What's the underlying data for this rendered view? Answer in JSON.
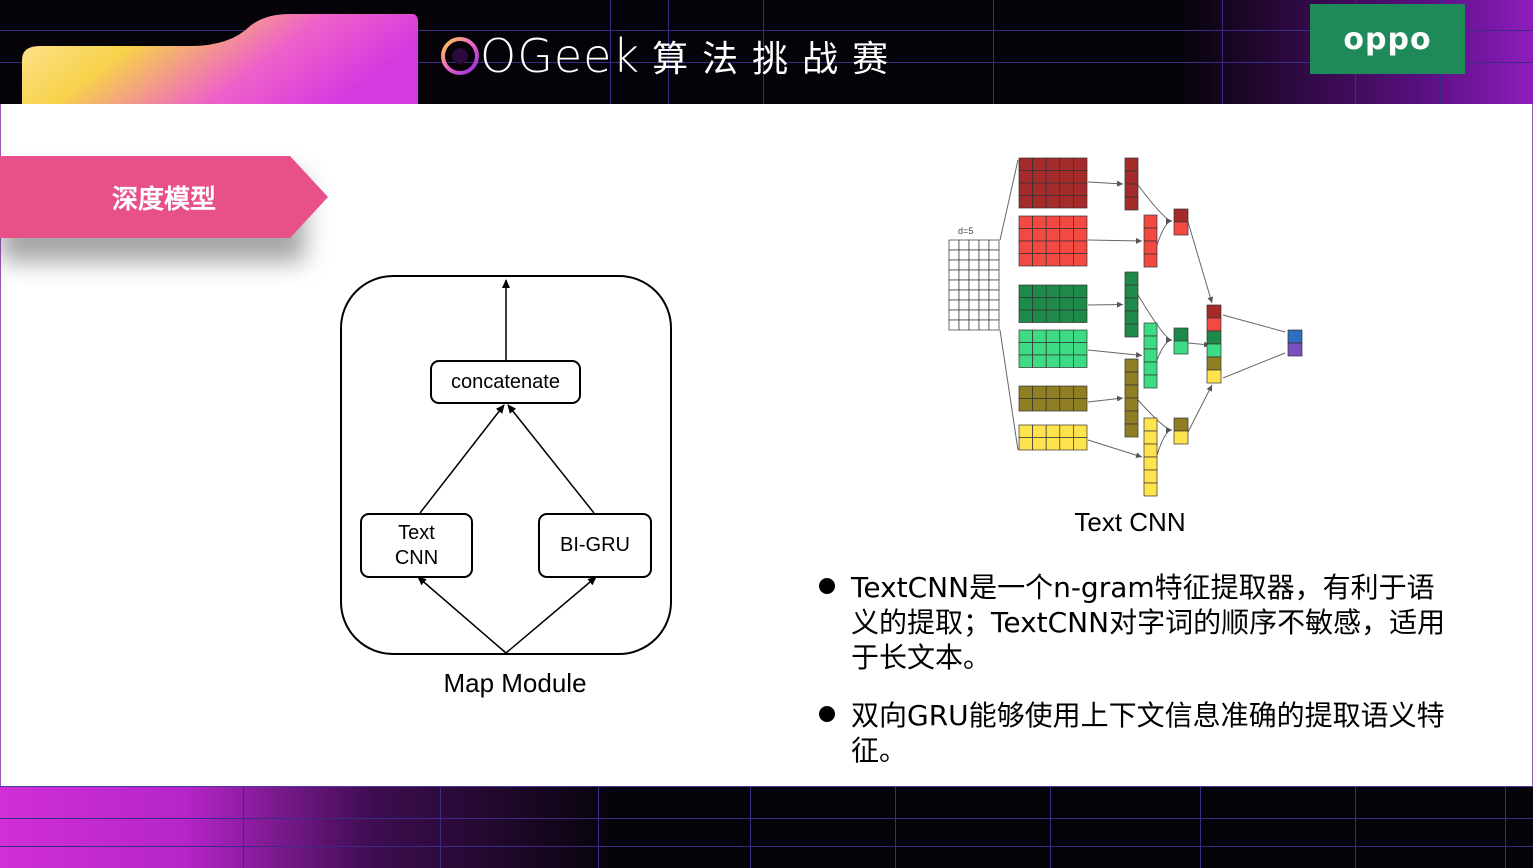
{
  "header": {
    "brand_word": "OGeek",
    "contest_title": "算法挑战赛",
    "oppo_logo": "oppo"
  },
  "section": {
    "title": "深度模型"
  },
  "map_diagram": {
    "caption": "Map Module",
    "nodes": {
      "concatenate": "concatenate",
      "textcnn_line1": "Text",
      "textcnn_line2": "CNN",
      "bigru": "BI-GRU"
    }
  },
  "textcnn_figure": {
    "caption": "Text CNN",
    "input_label": "d=5",
    "colors": {
      "darkred": "#a52a2a",
      "red": "#f24a43",
      "darkgreen": "#1e8a4a",
      "lightgreen": "#3ddc84",
      "olive": "#8f7f22",
      "yellow": "#ffe34d",
      "blue": "#2f6fbf",
      "purple": "#7a4fbf"
    }
  },
  "bullets": [
    {
      "text": "TextCNN是一个n-gram特征提取器，有利于语义的提取；TextCNN对字词的顺序不敏感，适用于长文本。"
    },
    {
      "text": "双向GRU能够使用上下文信息准确的提取语义特征。"
    }
  ],
  "theme": {
    "section_tag_color": "#e8508a",
    "oppo_green": "#1e8a5a"
  }
}
